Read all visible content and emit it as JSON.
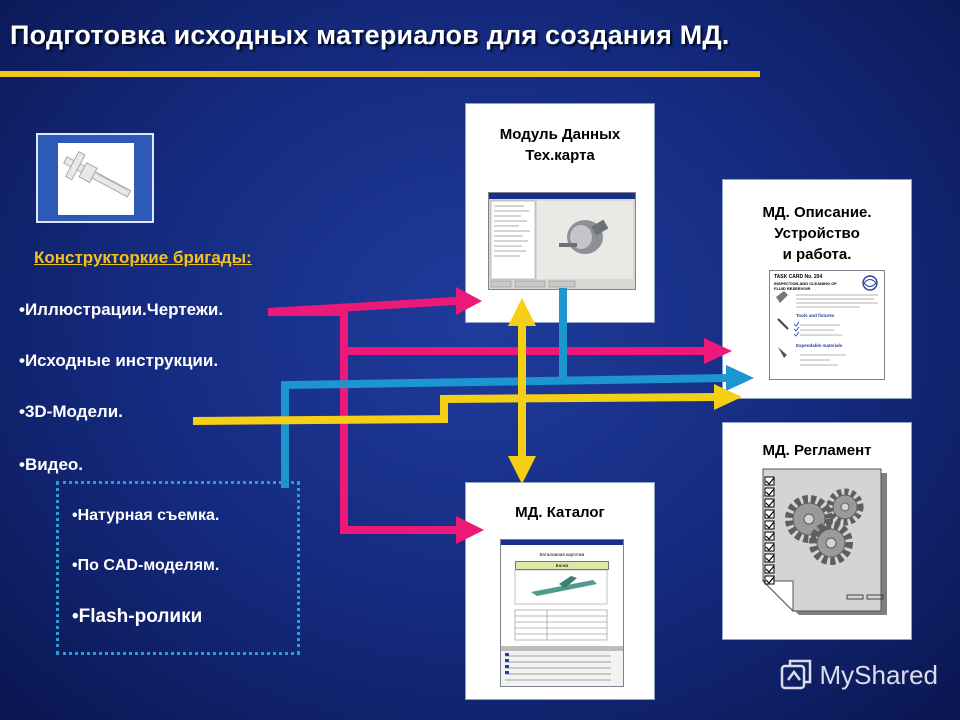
{
  "slide": {
    "title": "Подготовка исходных материалов для создания МД.",
    "teams_heading": "Конструкторкие бригады:",
    "sources": [
      "•Иллюстрации.Чертежи.",
      "•Исходные инструкции.",
      "•3D-Модели.",
      "•Видео."
    ],
    "video_sources": [
      "•Натурная съемка.",
      "•По CAD-моделям.",
      "•Flash-ролики"
    ]
  },
  "cards": {
    "module": {
      "line1": "Модуль Данных",
      "line2": "Тех.карта"
    },
    "description": {
      "line1": "МД. Описание.",
      "line2": "Устройство",
      "line3": "и работа."
    },
    "schedule": {
      "title": "МД. Регламент"
    },
    "catalog": {
      "title": "МД. Каталог"
    }
  },
  "task_card": {
    "header": "TASK CARD No. 204",
    "subheader": "INSPECTION AND CLEANING OF FLUID RESERVOIR",
    "section_tools": "Tools and fixtures",
    "section_materials": "Expendable materials"
  },
  "catalog_doc": {
    "heading": "Каталожная карточка",
    "part": "Балка"
  },
  "watermark": {
    "text": "MyShared"
  },
  "colors": {
    "title_rule": "#f4c81a",
    "heading": "#f2c21a",
    "arrow_magenta": "#ec1978",
    "arrow_blue": "#1c95d1",
    "arrow_yellow": "#f5cf16",
    "video_box": "#2f9ad8"
  },
  "icons": [
    "caliper-icon",
    "gear-icon",
    "checkbox-icon",
    "screenshot-icon"
  ]
}
